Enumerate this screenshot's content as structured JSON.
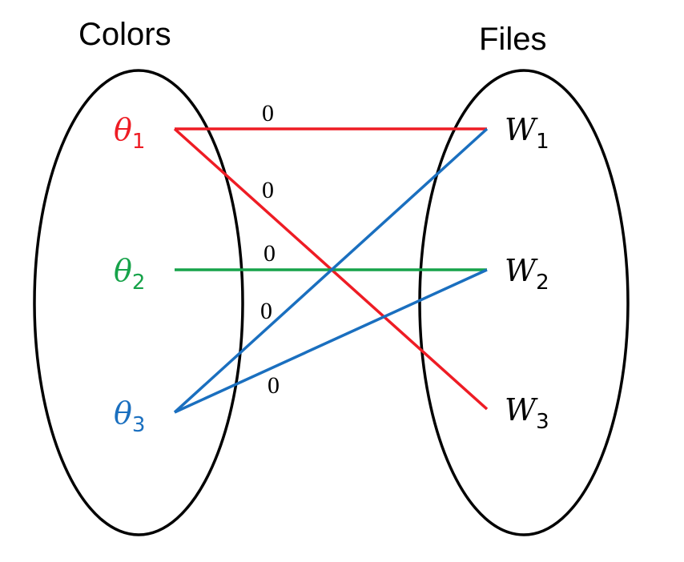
{
  "titles": {
    "left": "Colors",
    "right": "Files"
  },
  "colors": {
    "red": "#ee1c24",
    "green": "#17a34a",
    "blue": "#1a6fbf",
    "ellipse": "#000000"
  },
  "left_nodes": [
    {
      "symbol": "θ",
      "subscript": "1",
      "color_key": "red"
    },
    {
      "symbol": "θ",
      "subscript": "2",
      "color_key": "green"
    },
    {
      "symbol": "θ",
      "subscript": "3",
      "color_key": "blue"
    }
  ],
  "right_nodes": [
    {
      "symbol": "W",
      "subscript": "1"
    },
    {
      "symbol": "W",
      "subscript": "2"
    },
    {
      "symbol": "W",
      "subscript": "3"
    }
  ],
  "edges": [
    {
      "from": 0,
      "to": 0,
      "color_key": "red",
      "label": "0"
    },
    {
      "from": 0,
      "to": 2,
      "color_key": "red",
      "label": "0"
    },
    {
      "from": 1,
      "to": 1,
      "color_key": "green",
      "label": "0"
    },
    {
      "from": 2,
      "to": 0,
      "color_key": "blue",
      "label": "0"
    },
    {
      "from": 2,
      "to": 1,
      "color_key": "blue",
      "label": "0"
    }
  ]
}
